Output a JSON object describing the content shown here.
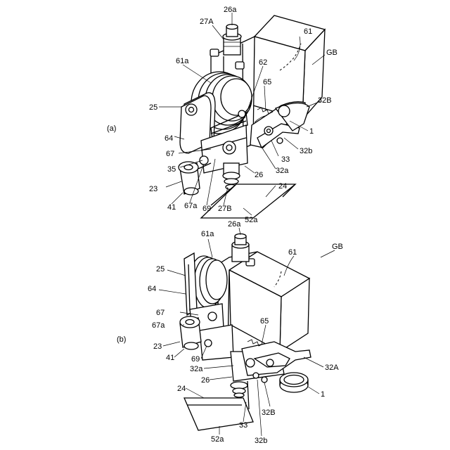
{
  "figure_a": {
    "panel_label": "(a)",
    "labels": {
      "l26a": "26a",
      "l27A": "27A",
      "l61": "61",
      "lGB": "GB",
      "l61a": "61a",
      "l62": "62",
      "l65": "65",
      "l32B": "32B",
      "l25": "25",
      "l1": "1",
      "l64": "64",
      "l33": "33",
      "l32b": "32b",
      "l67": "67",
      "l35": "35",
      "l26": "26",
      "l32a": "32a",
      "l24": "24",
      "l23": "23",
      "l41": "41",
      "l67a": "67a",
      "l69": "69",
      "l27B": "27B",
      "l52a": "52a"
    }
  },
  "figure_b": {
    "panel_label": "(b)",
    "labels": {
      "l61a": "61a",
      "l26a": "26a",
      "l61": "61",
      "lGB": "GB",
      "l25": "25",
      "l64": "64",
      "l67": "67",
      "l67a": "67a",
      "l65": "65",
      "l23": "23",
      "l41": "41",
      "l69": "69",
      "l32A": "32A",
      "l32a": "32a",
      "l26": "26",
      "l1": "1",
      "l24": "24",
      "l32B": "32B",
      "l33": "33",
      "l52a": "52a",
      "l32b": "32b"
    }
  }
}
